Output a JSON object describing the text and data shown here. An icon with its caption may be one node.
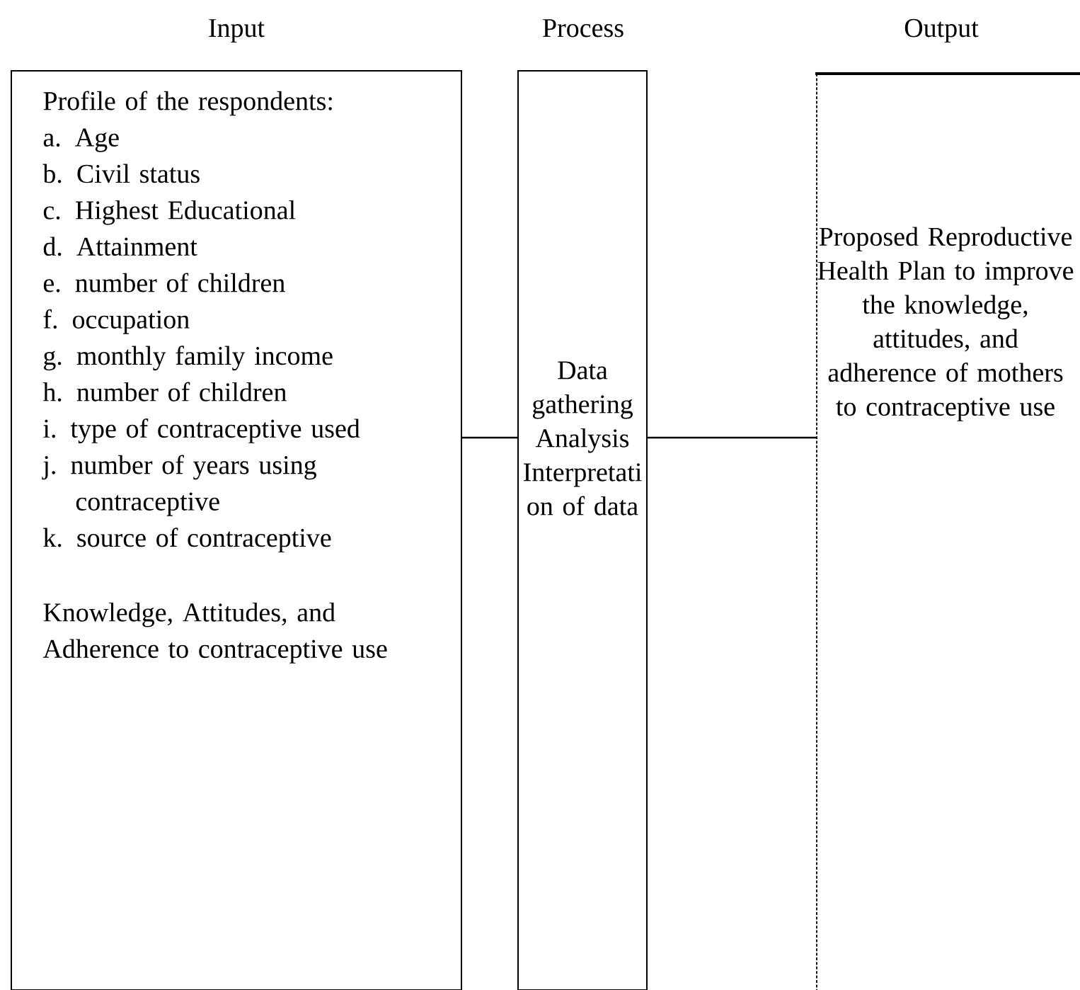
{
  "diagram": {
    "nodes": [
      {
        "text": [
          "Input",
          "Profile of the respondents:",
          "a. Age",
          "b. Civil status",
          "c. Highest Educational",
          "d. Attainment",
          "e. number of children",
          "f. occupation",
          "g. monthly family income",
          "h. number of children",
          "i. type of contraceptive used",
          "j. number of years using contraceptive",
          "k. source of contraceptive",
          "Knowledge, Attitudes, and Adherence to contraceptive use"
        ]
      },
      {
        "text": [
          "Process",
          "Data gathering Analysis Interpretati on of data"
        ]
      },
      {
        "text": [
          "Output",
          "Proposed Reproductive Health Plan to improve the knowledge, attitudes, and adherence of mothers to contraceptive use"
        ]
      }
    ],
    "edges": [
      {
        "from": 0,
        "to": 1,
        "arrow": "none"
      },
      {
        "from": 1,
        "to": 2,
        "arrow": "none"
      }
    ]
  }
}
